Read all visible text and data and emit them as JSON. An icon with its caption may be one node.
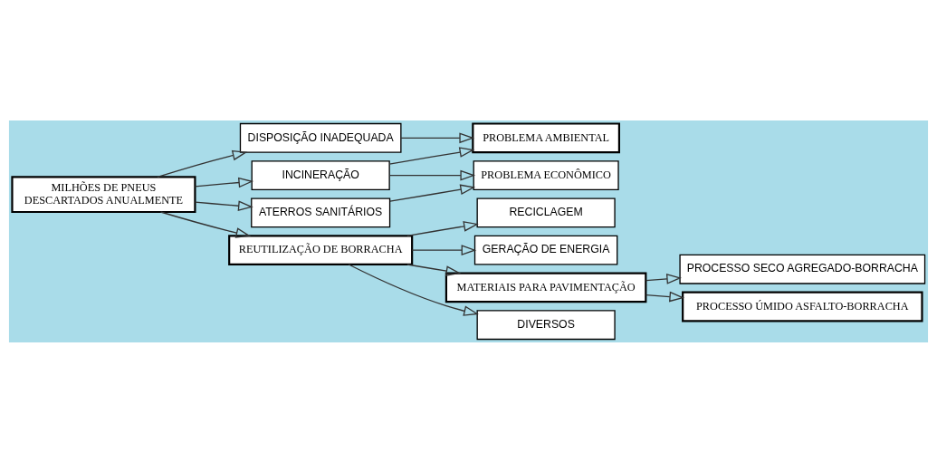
{
  "diagram": {
    "nodes": [
      {
        "text": [
          "MILHÕES DE PNEUS",
          "DESCARTADOS ANUALMENTE"
        ]
      },
      {
        "text": [
          "DISPOSIÇÃO INADEQUADA"
        ]
      },
      {
        "text": [
          "INCINERAÇÃO"
        ]
      },
      {
        "text": [
          "ATERROS SANITÁRIOS"
        ]
      },
      {
        "text": [
          "PROBLEMA AMBIENTAL"
        ]
      },
      {
        "text": [
          "PROBLEMA ECONÔMICO"
        ]
      },
      {
        "text": [
          "REUTILIZAÇÃO DE BORRACHA"
        ]
      },
      {
        "text": [
          "RECICLAGEM"
        ]
      },
      {
        "text": [
          "GERAÇÃO DE ENERGIA"
        ]
      },
      {
        "text": [
          "MATERIAIS PARA PAVIMENTAÇÃO"
        ]
      },
      {
        "text": [
          "DIVERSOS"
        ]
      },
      {
        "text": [
          "PROCESSO SECO AGREGADO-BORRACHA"
        ]
      },
      {
        "text": [
          "PROCESSO ÚMIDO ASFALTO-BORRACHA"
        ]
      }
    ],
    "edges": [
      {
        "from": 0,
        "to": 1,
        "arrow": "to"
      },
      {
        "from": 0,
        "to": 2,
        "arrow": "to"
      },
      {
        "from": 0,
        "to": 3,
        "arrow": "to"
      },
      {
        "from": 1,
        "to": 4,
        "arrow": "to"
      },
      {
        "from": 2,
        "to": 4,
        "arrow": "to"
      },
      {
        "from": 2,
        "to": 5,
        "arrow": "to"
      },
      {
        "from": 3,
        "to": 5,
        "arrow": "to"
      },
      {
        "from": 0,
        "to": 6,
        "arrow": "to"
      },
      {
        "from": 6,
        "to": 7,
        "arrow": "to"
      },
      {
        "from": 6,
        "to": 8,
        "arrow": "to"
      },
      {
        "from": 6,
        "to": 9,
        "arrow": "to"
      },
      {
        "from": 6,
        "to": 10,
        "arrow": "to"
      },
      {
        "from": 9,
        "to": 11,
        "arrow": "to"
      },
      {
        "from": 9,
        "to": 12,
        "arrow": "to"
      }
    ]
  }
}
